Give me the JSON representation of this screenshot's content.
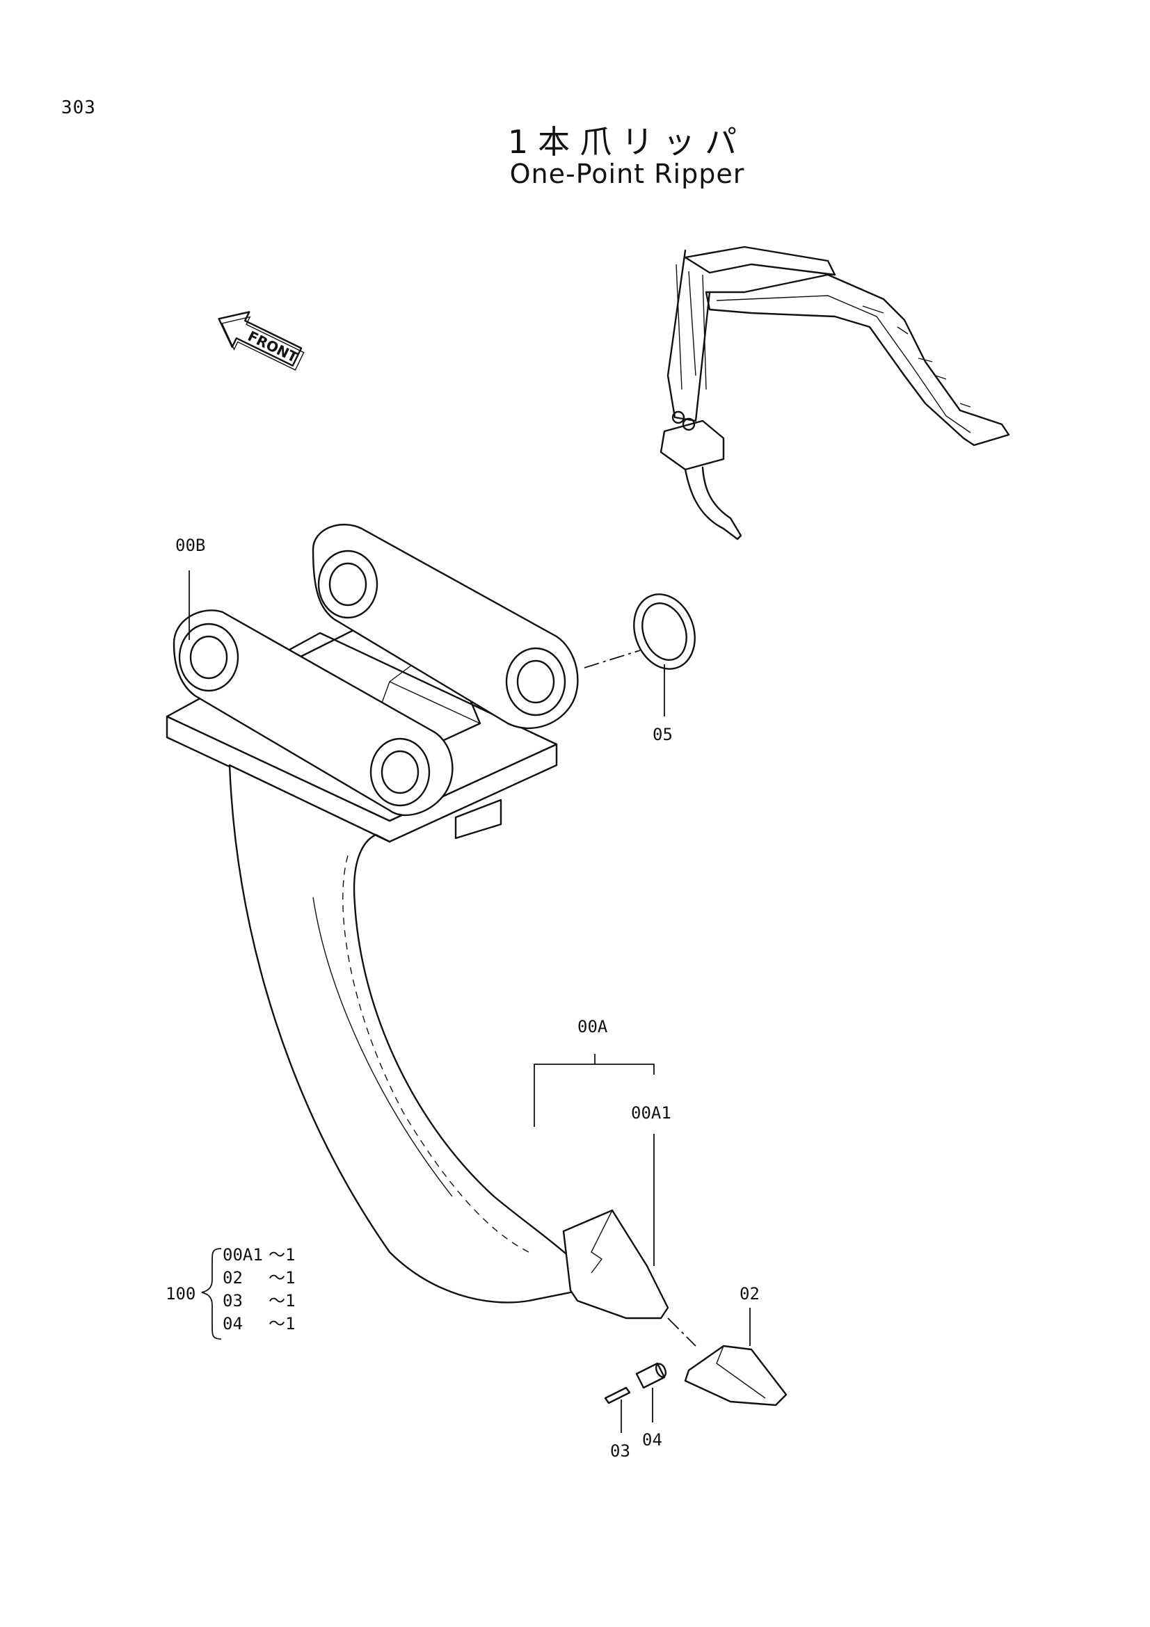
{
  "page": {
    "number": "303",
    "title_jp": "1本爪リッパ",
    "title_en": "One-Point Ripper"
  },
  "front_arrow": {
    "label": "FRONT",
    "icon": "front-direction-arrow-icon"
  },
  "callouts": {
    "assembly": "00B",
    "ring": "05",
    "shank": "00A",
    "shank_sub": "00A1",
    "tooth": "02",
    "pin": "03",
    "lock": "04"
  },
  "kit": {
    "number": "100",
    "rows": [
      {
        "part": "00A1",
        "qty": "～1"
      },
      {
        "part": "02",
        "qty": "～1"
      },
      {
        "part": "03",
        "qty": "～1"
      },
      {
        "part": "04",
        "qty": "～1"
      }
    ]
  }
}
